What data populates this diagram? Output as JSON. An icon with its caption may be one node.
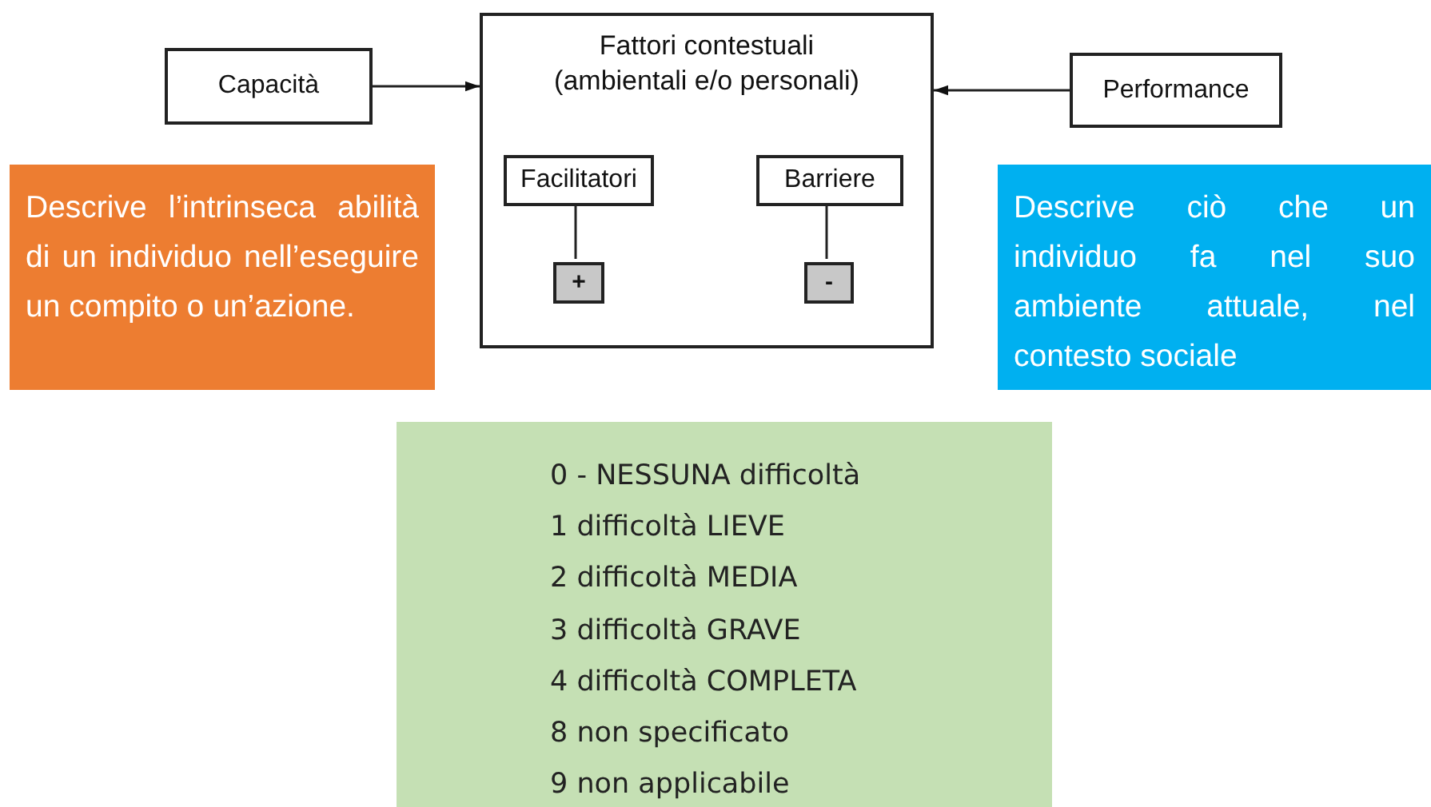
{
  "diagram": {
    "nodes": [
      {
        "text": [
          "Capacità"
        ]
      },
      {
        "text": [
          "Fattori contestuali (ambientali e/o personali)"
        ]
      },
      {
        "text": [
          "Facilitatori"
        ],
        "in": 1
      },
      {
        "text": [
          "+"
        ],
        "in": 1
      },
      {
        "text": [
          "Barriere"
        ],
        "in": 1
      },
      {
        "text": [
          "-"
        ],
        "in": 1
      },
      {
        "text": [
          "Performance"
        ]
      },
      {
        "text": [
          "Descrive l’intrinseca abilità di un individuo nell’eseguire un compito o un’azione."
        ]
      },
      {
        "text": [
          "Descrive ciò che un individuo fa nel suo ambiente attuale, nel contesto sociale"
        ]
      },
      {
        "text": [
          "0 - NESSUNA difficoltà",
          "1 difficoltà LIEVE",
          "2 difficoltà MEDIA",
          "3 difficoltà GRAVE",
          "4 difficoltà COMPLETA",
          "8 non specificato",
          "9 non applicabile"
        ]
      }
    ],
    "edges": [
      {
        "from": 0,
        "to": 1,
        "arrow": "to"
      },
      {
        "from": 6,
        "to": 1,
        "arrow": "to"
      },
      {
        "from": 2,
        "to": 3,
        "arrow": "none"
      },
      {
        "from": 4,
        "to": 5,
        "arrow": "none"
      }
    ]
  }
}
